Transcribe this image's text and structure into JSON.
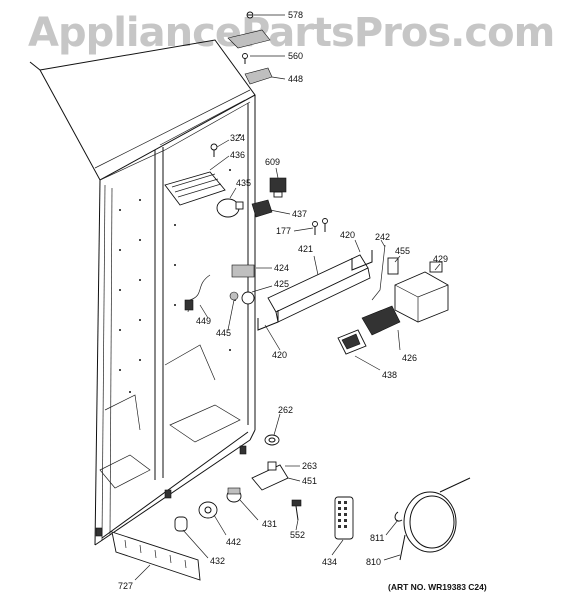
{
  "watermark": "AppliancePartsPros.com",
  "art_no": "(ART NO. WR19383 C24)",
  "part_labels": {
    "p578": "578",
    "p560": "560",
    "p448": "448",
    "p324": "324",
    "p436": "436",
    "p609": "609",
    "p435": "435",
    "p437": "437",
    "p177": "177",
    "p421": "421",
    "p420a": "420",
    "p242": "242",
    "p455": "455",
    "p429": "429",
    "p424": "424",
    "p425": "425",
    "p449": "449",
    "p445": "445",
    "p420b": "420",
    "p426": "426",
    "p438": "438",
    "p262": "262",
    "p263": "263",
    "p451": "451",
    "p811": "811",
    "p810": "810",
    "p442": "442",
    "p431": "431",
    "p552": "552",
    "p434": "434",
    "p432": "432",
    "p727": "727"
  }
}
